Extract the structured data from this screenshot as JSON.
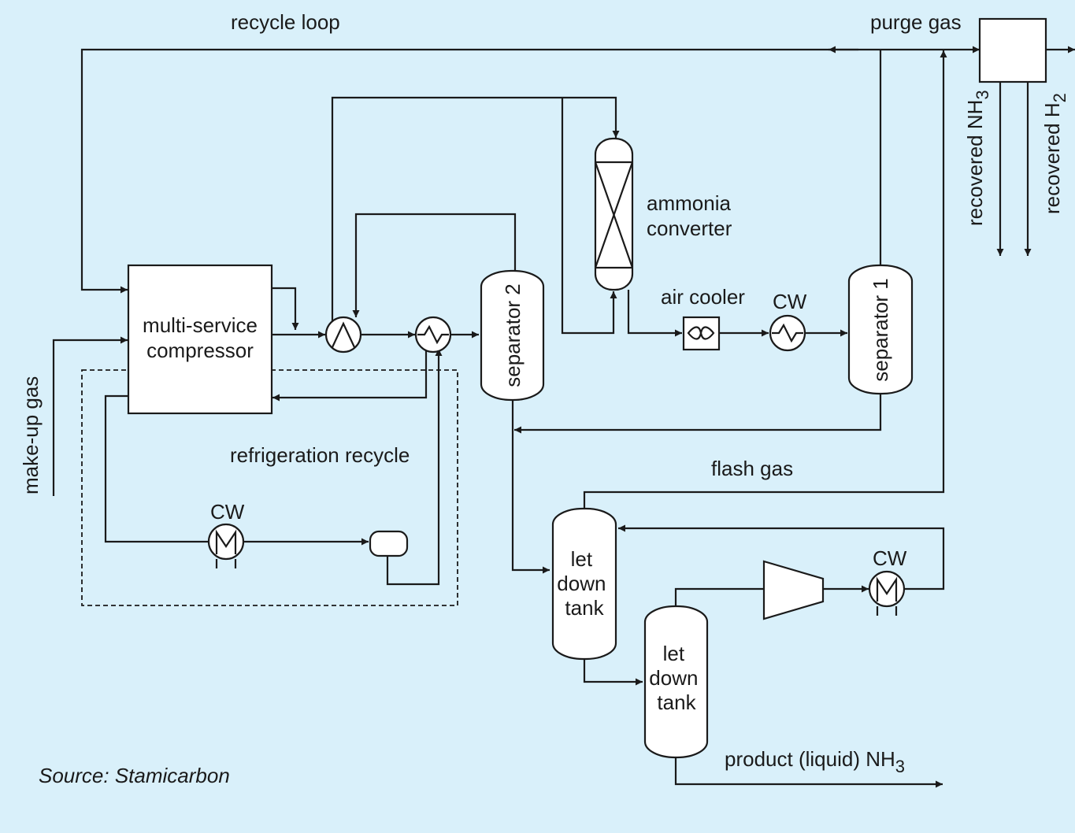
{
  "labels": {
    "recycle_loop": "recycle loop",
    "purge_gas": "purge gas",
    "recovered_nh3": "recovered NH",
    "recovered_nh3_sub": "3",
    "recovered_h2": "recovered H",
    "recovered_h2_sub": "2",
    "ammonia_converter_line1": "ammonia",
    "ammonia_converter_line2": "converter",
    "air_cooler": "air cooler",
    "cw_1": "CW",
    "cw_2": "CW",
    "cw_3": "CW",
    "separator_1": "separator 1",
    "separator_2": "separator 2",
    "compressor_line1": "multi-service",
    "compressor_line2": "compressor",
    "make_up_gas": "make-up gas",
    "refrigeration_recycle": "refrigeration recycle",
    "flash_gas": "flash gas",
    "let_down_tank_1": [
      "let",
      "down",
      "tank"
    ],
    "let_down_tank_2": [
      "let",
      "down",
      "tank"
    ],
    "product_nh3": "product (liquid) NH",
    "product_nh3_sub": "3",
    "source": "Source: Stamicarbon"
  },
  "colors": {
    "background": "#d9f0fa",
    "line": "#1a1a1a",
    "equipment_fill": "#ffffff"
  }
}
